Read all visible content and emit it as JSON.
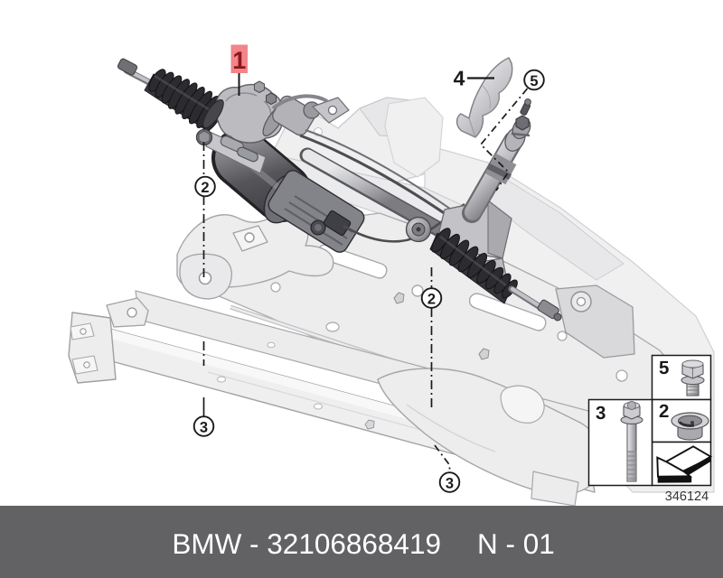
{
  "footer": {
    "brand_part": "BMW - 32106868419",
    "revision": "N - 01"
  },
  "drawing_number": "346124",
  "colors": {
    "highlight_bg": "#f0858a",
    "highlight_fg": "#8e151b",
    "footer_bg": "#626264",
    "footer_fg": "#ffffff",
    "ink": "#1a1a1c"
  },
  "callouts": {
    "c1": "1",
    "c2_gear": "2",
    "c2_pinion": "2",
    "c3_frame_left": "3",
    "c3_frame_right": "3",
    "c4": "4",
    "c5": "5"
  },
  "legend": {
    "cell5": {
      "label": "5",
      "icon": "hex-flange-bolt"
    },
    "cell3": {
      "label": "3",
      "icon": "long-hex-bolt"
    },
    "cell2": {
      "label": "2",
      "icon": "flanged-bushing"
    },
    "arrow_icon": "install-direction-arrow"
  }
}
